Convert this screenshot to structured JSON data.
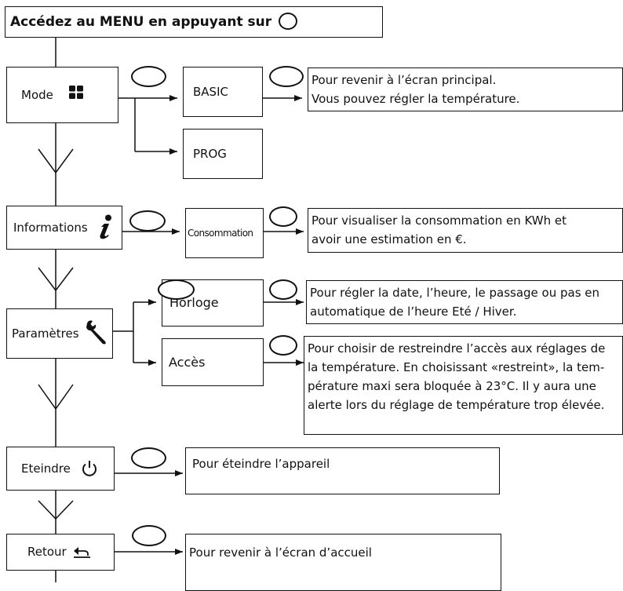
{
  "header": {
    "text": "Accédez au MENU en appuyant sur",
    "button_icon": "oval-button-icon"
  },
  "menu": {
    "mode": {
      "label": "Mode",
      "icon": "four-squares-icon"
    },
    "informations": {
      "label": "Informations",
      "icon": "info-i-icon"
    },
    "parametres": {
      "label": "Paramètres",
      "icon": "wrench-icon"
    },
    "eteindre": {
      "label": "Eteindre",
      "icon": "power-icon"
    },
    "retour": {
      "label": "Retour",
      "icon": "return-arrow-icon"
    }
  },
  "submenu": {
    "basic": "BASIC",
    "prog": "PROG",
    "consommation": "Consommation",
    "horloge": "Horloge",
    "acces": "Accès"
  },
  "descriptions": {
    "basic": [
      "Pour revenir à l’écran principal.",
      "Vous pouvez régler la température."
    ],
    "consommation": [
      "Pour visualiser la consommation en KWh et",
      "avoir une estimation en €."
    ],
    "horloge": [
      "Pour régler la date, l’heure, le passage ou pas en",
      "automatique de l’heure Eté / Hiver."
    ],
    "acces": [
      "Pour choisir de restreindre l’accès aux réglages de",
      "la température. En choisissant «restreint», la tem-",
      "pérature maxi sera bloquée à 23°C. Il y aura une",
      "alerte lors du réglage de température trop élevée."
    ],
    "eteindre": "Pour éteindre l’appareil",
    "retour": "Pour revenir à l’écran d’accueil"
  }
}
